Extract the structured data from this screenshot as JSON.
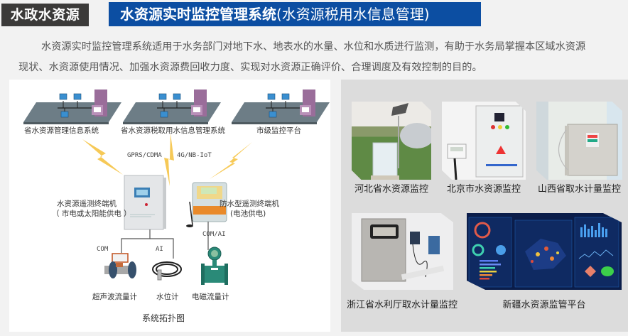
{
  "header": {
    "section_tag": "水政水资源",
    "title_bold": "水资源实时监控管理系统",
    "title_rest": "(水资源税用水信息管理)"
  },
  "intro": {
    "line1": "水资源实时监控管理系统适用于水务部门对地下水、地表水的水量、水位和水质进行监测，有助于水务局掌握本区域水资源",
    "line2": "现状、水资源使用情况、加强水资源费回收力度、实现对水资源正确评价、合理调度及有效控制的目的。"
  },
  "topology": {
    "networks": [
      {
        "label": "省水资源管理信息系统"
      },
      {
        "label": "省水资源税取用水信息管理系统"
      },
      {
        "label": "市级监控平台"
      }
    ],
    "links": {
      "left": "GPRS/CDMA",
      "right": "4G/NB-IoT"
    },
    "terminals": [
      {
        "name": "水资源遥测终端机",
        "power": "（ 市电或太阳能供电 ）"
      },
      {
        "name": "防水型遥测终端机",
        "power": "(电池供电)"
      }
    ],
    "ports": {
      "com": "COM",
      "ai": "AI",
      "com_ai": "COM/AI"
    },
    "sensors": [
      {
        "label": "超声波流量计"
      },
      {
        "label": "水位计"
      },
      {
        "label": "电磁流量计"
      }
    ],
    "caption": "系统拓扑图",
    "colors": {
      "lightning": "#f6c445",
      "platform": "#6d7d86",
      "server": "#9a6d9a",
      "pc": "#3a8fd0"
    }
  },
  "cases": [
    {
      "caption": "河北省水资源监控",
      "icon": "field-cabinet-photo"
    },
    {
      "caption": "北京市水资源监控",
      "icon": "wall-cabinet-photo"
    },
    {
      "caption": "山西省取水计量监控",
      "icon": "wall-box-photo"
    },
    {
      "caption": "浙江省水利厅取水计量监控",
      "icon": "stainless-cabinet-photo"
    },
    {
      "caption": "新疆水资源监管平台",
      "icon": "dashboard-screen-photo"
    }
  ],
  "colors": {
    "title_blue": "#0c4ea2",
    "tag_dark": "#3b3a39",
    "panel_gray": "#dcdcdc",
    "page_bg": "#f2f2f2"
  }
}
